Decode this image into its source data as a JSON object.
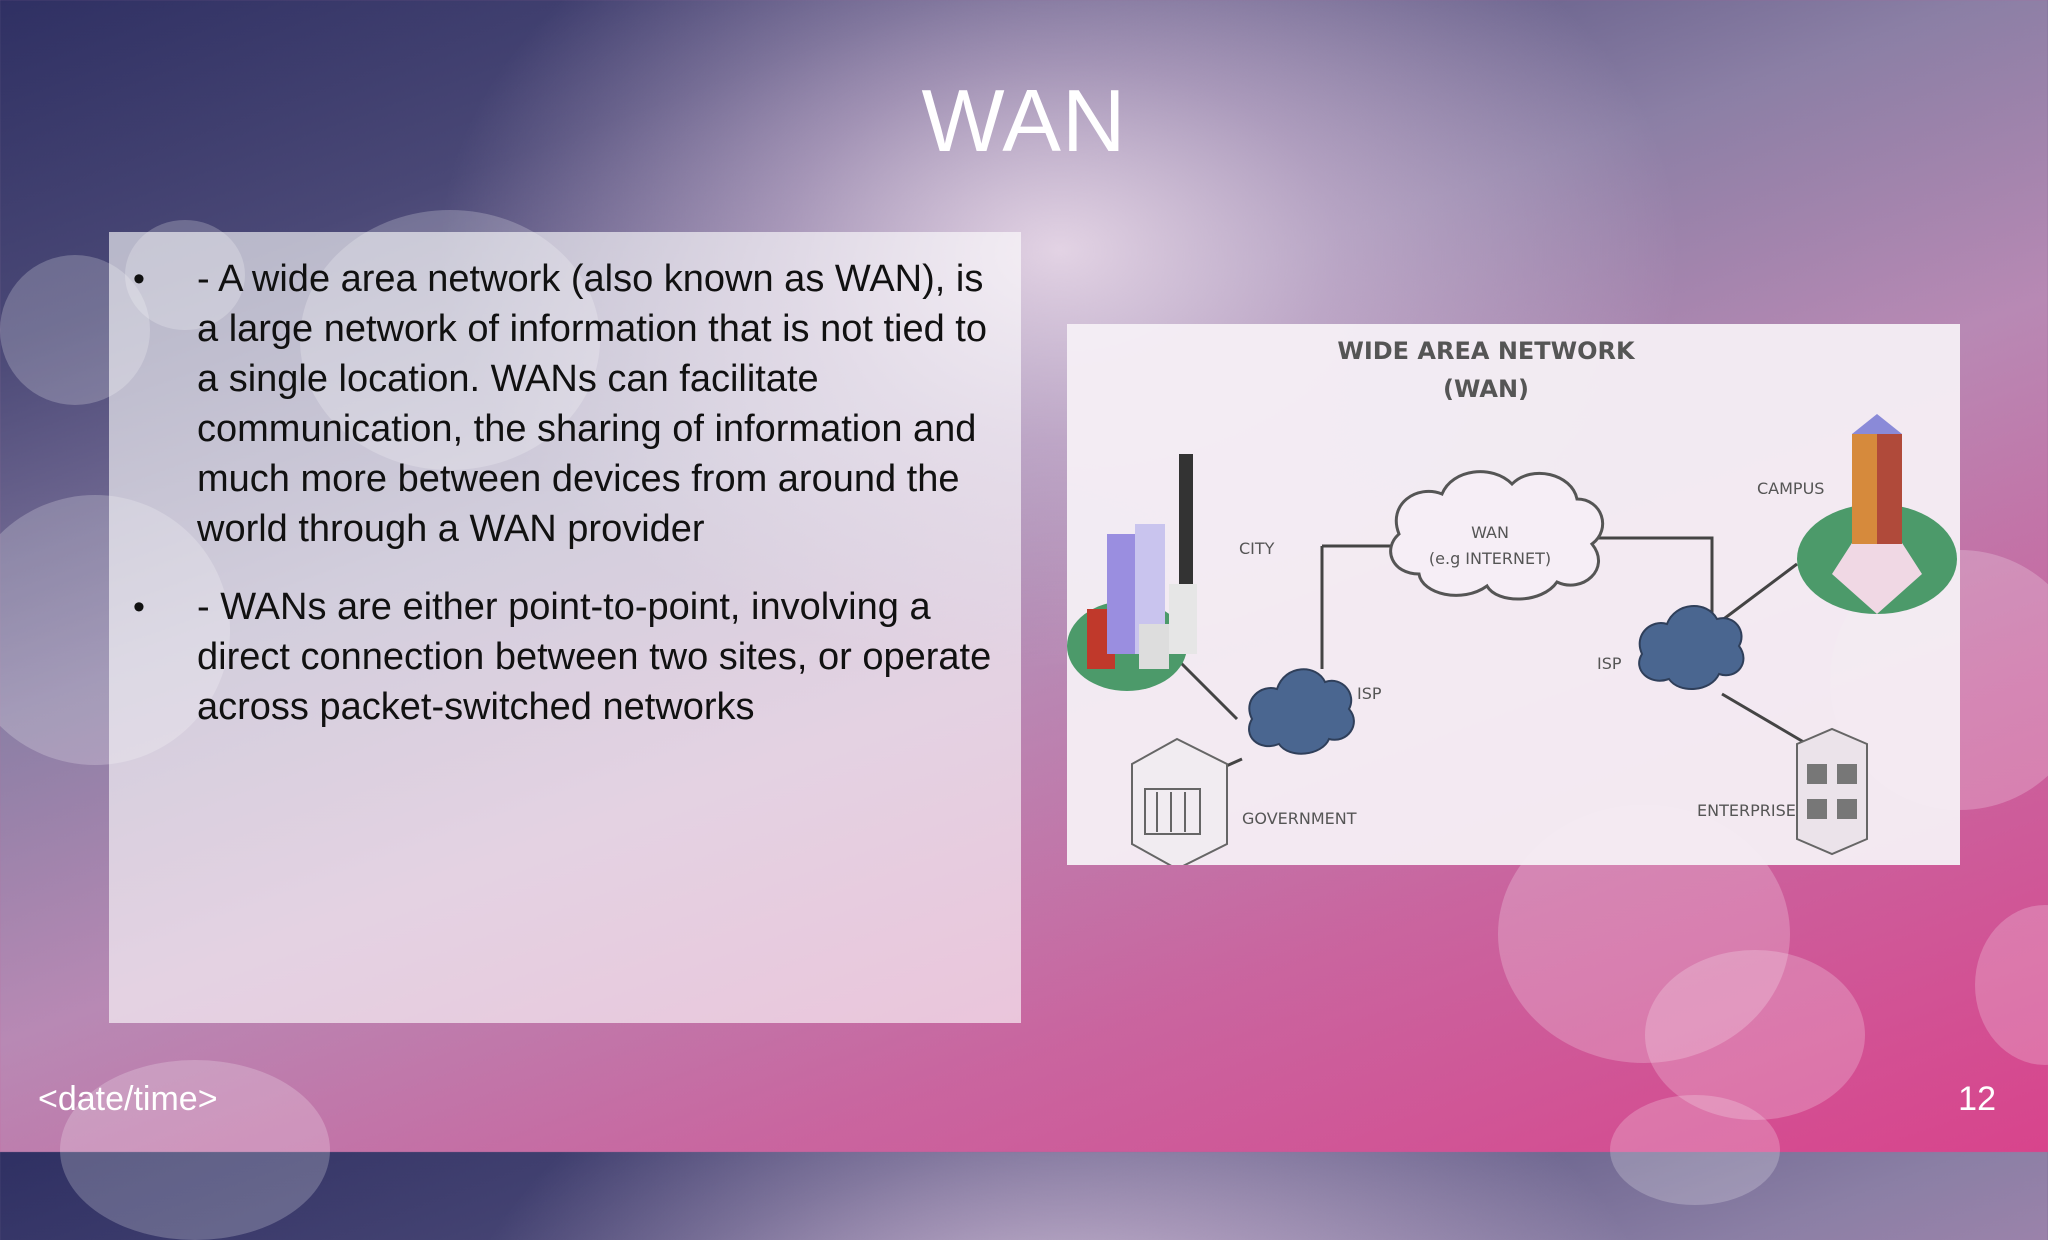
{
  "slide": {
    "title": "WAN",
    "bullets": [
      "- A wide area network (also known as WAN), is a large network of information that is not tied to a single location. WANs can facilitate communication, the sharing of information and much more between devices from around the world through a WAN provider",
      "- WANs are either point-to-point, involving a direct connection between two sites, or operate across packet-switched networks"
    ],
    "bullet_symbol": "•",
    "footer_date": "<date/time>",
    "page_number": "12"
  },
  "diagram": {
    "title_line1": "WIDE AREA NETWORK",
    "title_line2": "(WAN)",
    "cloud_line1": "WAN",
    "cloud_line2": "(e.g INTERNET)",
    "labels": {
      "city": "CITY",
      "isp_left": "ISP",
      "government": "GOVERNMENT",
      "campus": "CAMPUS",
      "isp_right": "ISP",
      "enterprise": "ENTERPRISE"
    }
  },
  "colors": {
    "bg_top_left": "#2f3063",
    "bg_bottom_right": "#d8448c",
    "title": "#ffffff",
    "text": "#111111"
  }
}
